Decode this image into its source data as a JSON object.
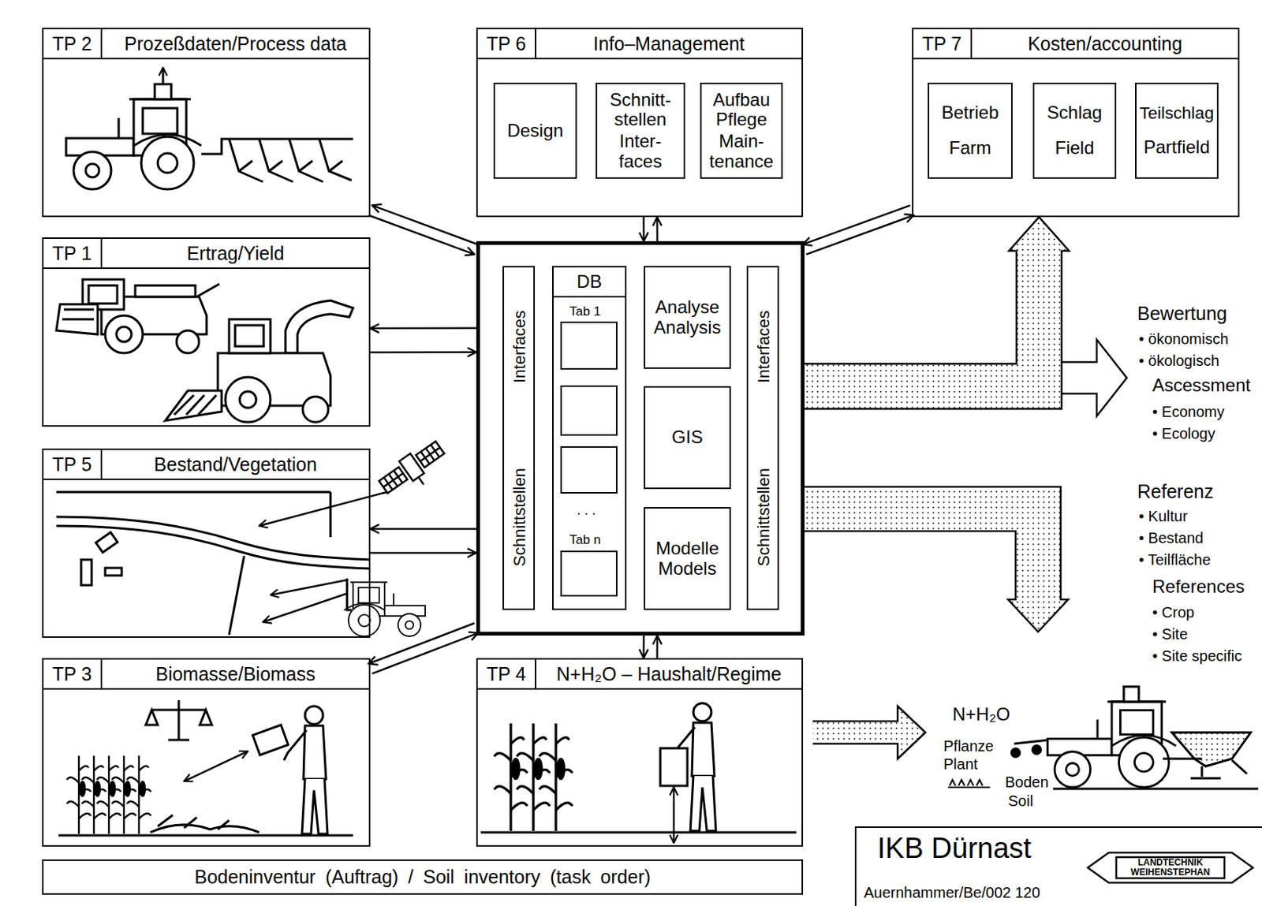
{
  "diagram": {
    "nodes": [
      {
        "text": [
          "TP 2",
          "Prozeßdaten/Process data"
        ]
      },
      {
        "text": [
          "TP 6",
          "Info–Management"
        ]
      },
      {
        "text": [
          "Design"
        ],
        "in": 1
      },
      {
        "text": [
          "Schnitt- stellen",
          "Inter- faces"
        ],
        "in": 1
      },
      {
        "text": [
          "Aufbau Pflege",
          "Main- tenance"
        ],
        "in": 1
      },
      {
        "text": [
          "TP 7",
          "Kosten/accounting"
        ]
      },
      {
        "text": [
          "Betrieb",
          "Farm"
        ],
        "in": 5
      },
      {
        "text": [
          "Schlag",
          "Field"
        ],
        "in": 5
      },
      {
        "text": [
          "Teilschlag",
          "Partfield"
        ],
        "in": 5
      },
      {
        "text": [
          "TP 1",
          "Ertrag/Yield"
        ]
      },
      {
        "text": []
      },
      {
        "text": [
          "Schnittstellen",
          "Interfaces"
        ],
        "in": 10
      },
      {
        "text": [
          "DB"
        ],
        "in": 10
      },
      {
        "text": [
          "Analyse",
          "Analysis"
        ],
        "in": 10
      },
      {
        "text": [
          "GIS"
        ],
        "in": 10
      },
      {
        "text": [
          "Modelle",
          "Models"
        ],
        "in": 10
      },
      {
        "text": [
          "Schnittstellen",
          "Interfaces"
        ],
        "in": 10
      },
      {
        "text": [
          "TP 5",
          "Bestand/Vegetation"
        ]
      },
      {
        "text": [
          "TP 3",
          "Biomasse/Biomass"
        ]
      },
      {
        "text": [
          "TP 4",
          "N+H₂O – Haushalt/Regime"
        ]
      },
      {
        "text": [
          "Bodeninventur (Auftrag) / Soil inventory (task order)"
        ]
      },
      {
        "text": [
          "IKB Dürnast",
          "Auernhammer/Be/002 120"
        ]
      },
      {
        "text": [
          "LANDTECHNIK WEIHENSTEPHAN"
        ],
        "in": 21
      }
    ],
    "edges": [
      {
        "from": 0,
        "to": 10,
        "arrow": "to"
      },
      {
        "from": 10,
        "to": 0,
        "arrow": "to"
      },
      {
        "from": 1,
        "to": 10,
        "arrow": "to"
      },
      {
        "from": 10,
        "to": 1,
        "arrow": "to"
      },
      {
        "from": 5,
        "to": 10,
        "arrow": "to"
      },
      {
        "from": 10,
        "to": 5,
        "arrow": "to"
      },
      {
        "from": 9,
        "to": 10,
        "arrow": "to"
      },
      {
        "from": 10,
        "to": 9,
        "arrow": "to"
      },
      {
        "from": 17,
        "to": 10,
        "arrow": "to"
      },
      {
        "from": 10,
        "to": 17,
        "arrow": "to"
      },
      {
        "from": 18,
        "to": 10,
        "arrow": "to"
      },
      {
        "from": 10,
        "to": 18,
        "arrow": "to"
      },
      {
        "from": 19,
        "to": 10,
        "arrow": "to"
      },
      {
        "from": 10,
        "to": 19,
        "arrow": "to"
      },
      {
        "from": 10,
        "to": 5,
        "arrow": "to"
      }
    ],
    "labels": [
      "Tab 1",
      ". . .",
      "Tab n",
      "Bewertung",
      "• ökonomisch",
      "• ökologisch",
      "Ascessment",
      "• Economy",
      "• Ecology",
      "Referenz",
      "• Kultur",
      "• Bestand",
      "• Teilfläche",
      "References",
      "• Crop",
      "• Site",
      "• Site specific",
      "N+H₂O",
      "Pflanze",
      "Plant",
      "Boden",
      "Soil"
    ]
  }
}
